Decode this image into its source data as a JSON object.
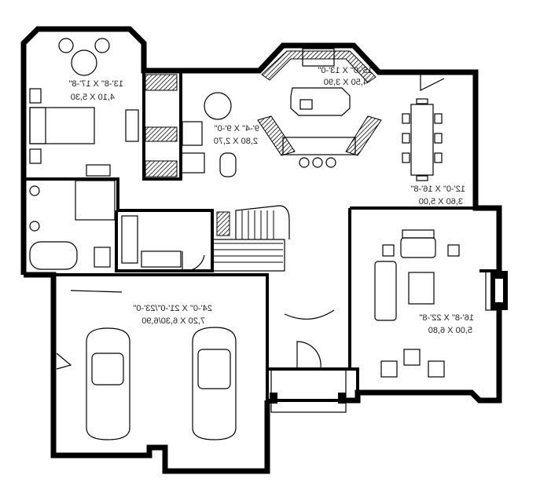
{
  "rooms": [
    {
      "name": "bedroom",
      "imperial": "13'-8\" X 17'-8\"",
      "metric": "4,10 X 5,30"
    },
    {
      "name": "kitchen",
      "imperial": "15'-0\" X 13'-0\"",
      "metric": "4,50 X 3,90"
    },
    {
      "name": "breakfast",
      "imperial": "9'-4\" X 9'-0\"",
      "metric": "2,80 X 2,70"
    },
    {
      "name": "dining",
      "imperial": "12'-0\" X 16'-8\"",
      "metric": "3,60 X 5,00"
    },
    {
      "name": "living",
      "imperial": "16'-8\" X 22'-8\"",
      "metric": "5,00 X 6,80"
    },
    {
      "name": "garage",
      "imperial": "24'-0\" X 21'-0\"/23'-0\"",
      "metric": "7,20 X 6,30/6,90"
    }
  ],
  "text_mirrored": true
}
